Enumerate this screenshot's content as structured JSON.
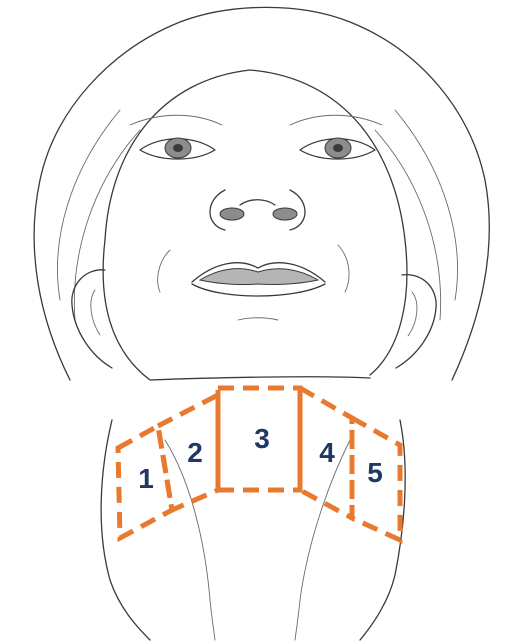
{
  "colors": {
    "zone_outline": "#E8792F",
    "zone_label": "#1F3864",
    "line_art": "#3a3a3a"
  },
  "zones": [
    {
      "label": "1"
    },
    {
      "label": "2"
    },
    {
      "label": "3"
    },
    {
      "label": "4"
    },
    {
      "label": "5"
    }
  ]
}
